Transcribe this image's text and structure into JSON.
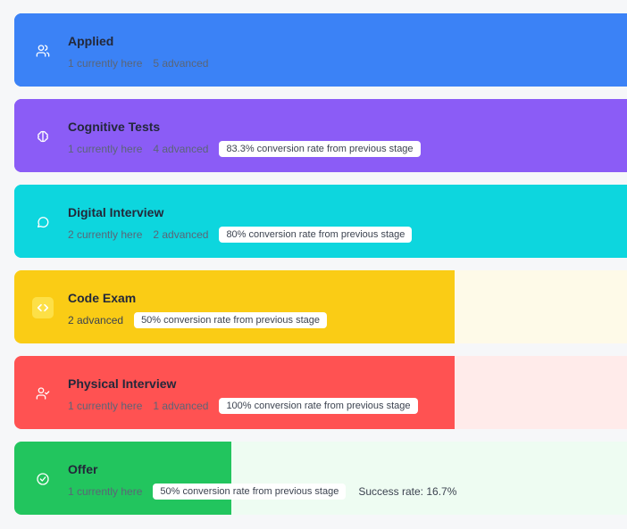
{
  "stages": [
    {
      "title": "Applied",
      "currently_here": "1 currently here",
      "advanced": "5 advanced",
      "conversion": "",
      "icon": "users-icon",
      "color": "#3b82f6",
      "bg": "#3b82f6",
      "fill_percent": 100
    },
    {
      "title": "Cognitive Tests",
      "currently_here": "1 currently here",
      "advanced": "4 advanced",
      "conversion": "83.3% conversion rate from previous stage",
      "icon": "brain-icon",
      "color": "#8b5cf6",
      "bg": "#8b5cf6",
      "fill_percent": 100
    },
    {
      "title": "Digital Interview",
      "currently_here": "2 currently here",
      "advanced": "2 advanced",
      "conversion": "80% conversion rate from previous stage",
      "icon": "chat-bubble-icon",
      "color": "#0dd6de",
      "bg": "#0dd6de",
      "fill_percent": 100
    },
    {
      "title": "Code Exam",
      "currently_here": "",
      "advanced": "2 advanced",
      "conversion": "50% conversion rate from previous stage",
      "icon": "code-icon",
      "color": "#facc15",
      "bg": "#fefae8",
      "fill_percent": 71
    },
    {
      "title": "Physical Interview",
      "currently_here": "1 currently here",
      "advanced": "1 advanced",
      "conversion": "100% conversion rate from previous stage",
      "icon": "user-check-icon",
      "color": "#ff5252",
      "bg": "#ffebea",
      "fill_percent": 71
    },
    {
      "title": "Offer",
      "currently_here": "1 currently here",
      "advanced": "",
      "conversion": "50% conversion rate from previous stage",
      "success": "Success rate: 16.7%",
      "icon": "check-circle-icon",
      "color": "#22c55e",
      "bg": "#eefcf2",
      "fill_percent": 35
    }
  ]
}
